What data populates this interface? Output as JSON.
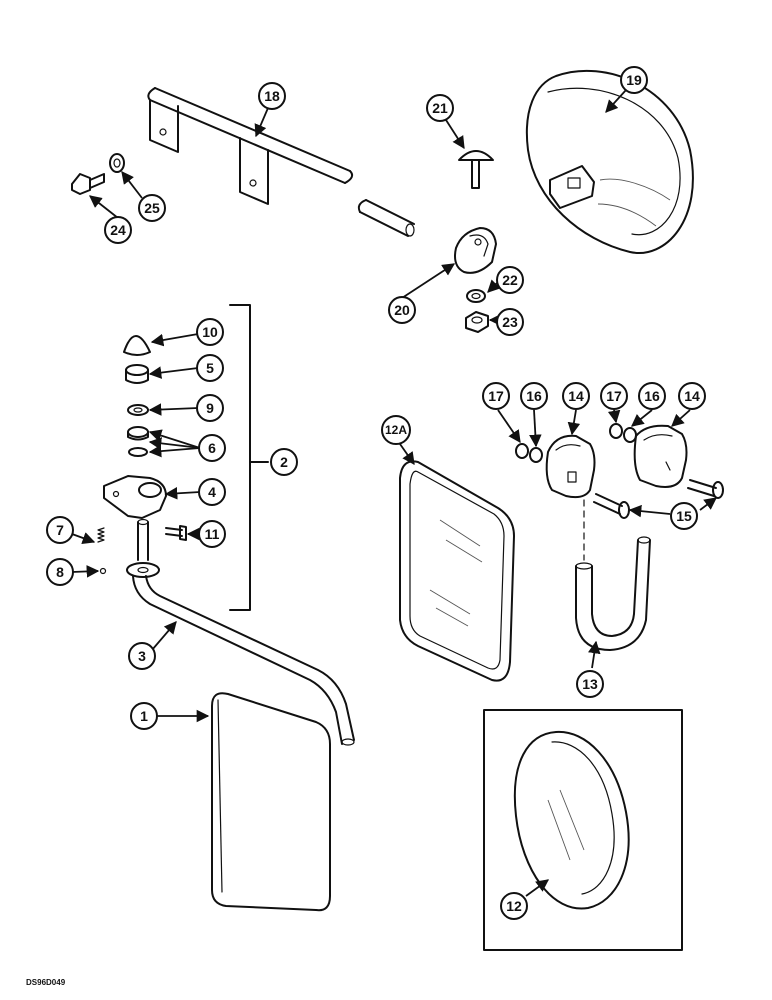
{
  "document_id": "DS96D049",
  "callouts": {
    "c1": "1",
    "c2": "2",
    "c3": "3",
    "c4": "4",
    "c5": "5",
    "c6": "6",
    "c7": "7",
    "c8": "8",
    "c9": "9",
    "c10": "10",
    "c11": "11",
    "c12": "12",
    "c12a": "12A",
    "c13": "13",
    "c14a": "14",
    "c14b": "14",
    "c15": "15",
    "c16a": "16",
    "c16b": "16",
    "c17a": "17",
    "c17b": "17",
    "c18": "18",
    "c19": "19",
    "c20": "20",
    "c21": "21",
    "c22": "22",
    "c23": "23",
    "c24": "24",
    "c25": "25"
  }
}
